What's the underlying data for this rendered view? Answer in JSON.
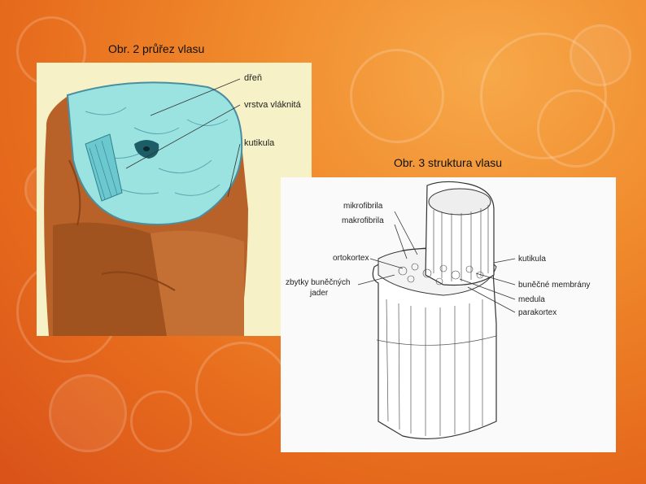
{
  "captions": {
    "fig2": "Obr. 2 průřez vlasu",
    "fig3": "Obr. 3 struktura vlasu"
  },
  "fig2_labels": {
    "dren": "dřeň",
    "vrstva": "vrstva vláknitá",
    "kutikula": "kutikula"
  },
  "fig3_labels": {
    "mikrofibrila": "mikrofibrila",
    "makrofibrila": "makrofibrila",
    "ortokortex": "ortokortex",
    "zbytky1": "zbytky buněčných",
    "zbytky2": "jader",
    "kutikula": "kutikula",
    "membrany": "buněčné membrány",
    "medula": "medula",
    "parakortex": "parakortex"
  },
  "colors": {
    "background": "#e66a1c",
    "cuticle_brown": "#b8622a",
    "cortex_cyan": "#9be3e0"
  }
}
